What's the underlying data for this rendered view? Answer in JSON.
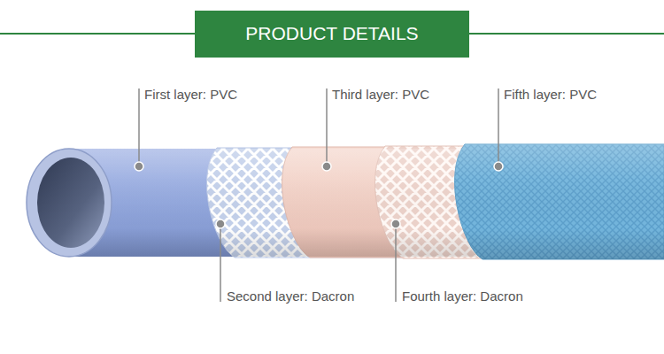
{
  "diagram": {
    "title": "PRODUCT DETAILS",
    "labels": [
      "First layer: PVC",
      "Second layer: Dacron",
      "Third layer: PVC",
      "Fourth layer: Dacron",
      "Fifth layer: PVC"
    ]
  }
}
